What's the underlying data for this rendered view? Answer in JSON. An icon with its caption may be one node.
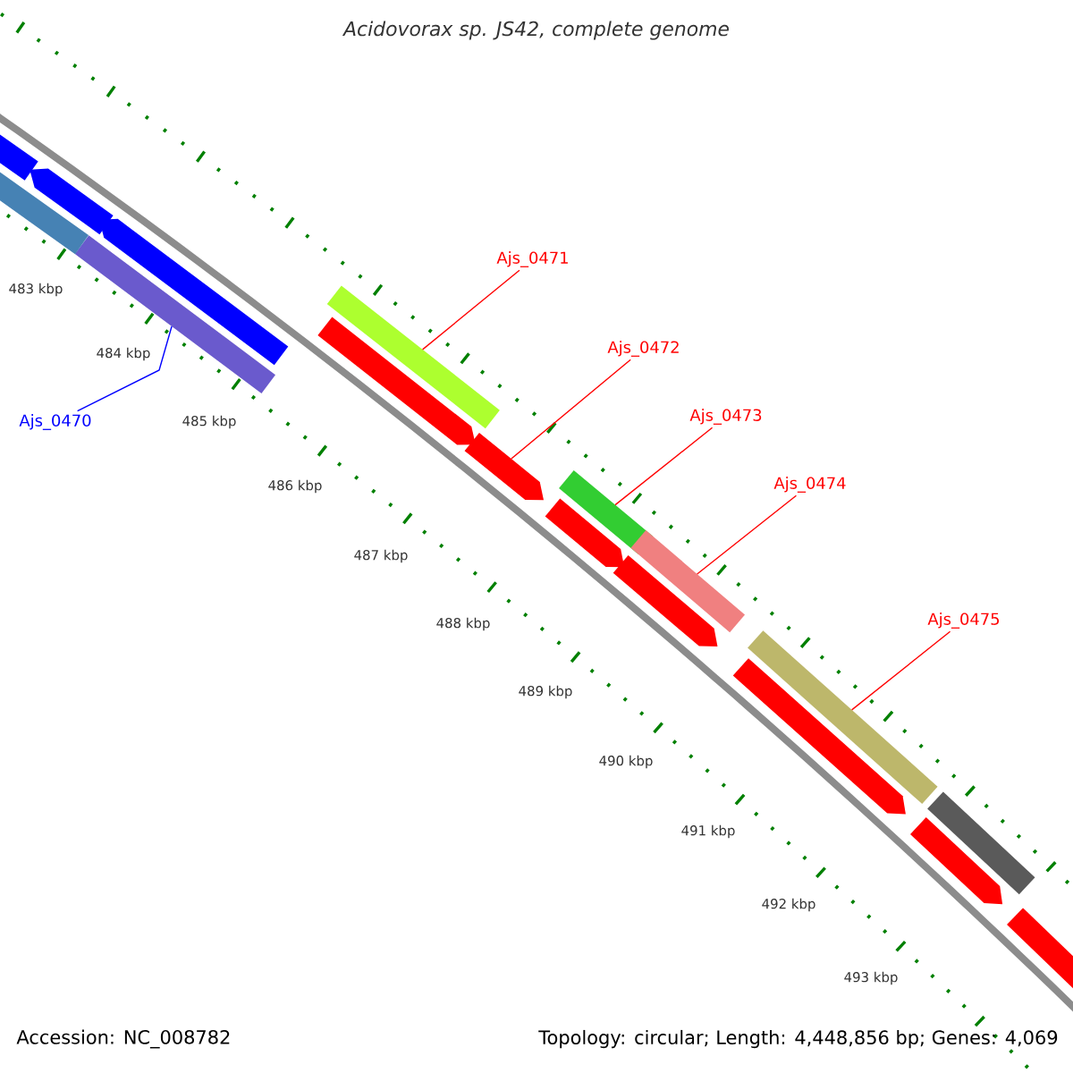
{
  "diagram": {
    "title": "Acidovorax sp. JS42, complete genome",
    "nodes": [
      {
        "text": [
          "Ajs_0470"
        ]
      },
      {
        "text": [],
        "shape": "bar"
      },
      {
        "text": [
          "Ajs_0471"
        ]
      },
      {
        "text": [],
        "shape": "bar"
      },
      {
        "text": [
          "Ajs_0472"
        ]
      },
      {
        "text": [],
        "shape": "arrow"
      },
      {
        "text": [
          "Ajs_0473"
        ]
      },
      {
        "text": [],
        "shape": "bar"
      },
      {
        "text": [
          "Ajs_0474"
        ]
      },
      {
        "text": [],
        "shape": "bar"
      },
      {
        "text": [
          "Ajs_0475"
        ]
      },
      {
        "text": [],
        "shape": "bar"
      },
      {
        "text": [],
        "shape": "arrow"
      },
      {
        "text": [],
        "shape": "arrow"
      },
      {
        "text": [],
        "shape": "arrow"
      },
      {
        "text": [],
        "shape": "arrow"
      },
      {
        "text": [],
        "shape": "arrow"
      },
      {
        "text": [],
        "shape": "arrow"
      },
      {
        "text": [],
        "shape": "bar"
      },
      {
        "text": [],
        "shape": "arrow"
      },
      {
        "text": [],
        "shape": "arrow"
      },
      {
        "text": [],
        "shape": "arrow"
      },
      {
        "text": [],
        "shape": "bar"
      }
    ],
    "edges": [
      {
        "from": 0,
        "to": 1,
        "arrow": "none",
        "color": "#0000ff"
      },
      {
        "from": 2,
        "to": 3,
        "arrow": "none"
      },
      {
        "from": 4,
        "to": 5,
        "arrow": "none"
      },
      {
        "from": 6,
        "to": 7,
        "arrow": "none"
      },
      {
        "from": 8,
        "to": 9,
        "arrow": "none"
      },
      {
        "from": 10,
        "to": 11,
        "arrow": "none"
      }
    ],
    "labels": [
      "483 kbp",
      "484 kbp",
      "485 kbp",
      "486 kbp",
      "487 kbp",
      "488 kbp",
      "489 kbp",
      "490 kbp",
      "491 kbp",
      "492 kbp",
      "493 kbp",
      "Accession: NC_008782",
      "Topology: circular; Length: 4,448,856 bp; Genes: 4,069"
    ]
  }
}
